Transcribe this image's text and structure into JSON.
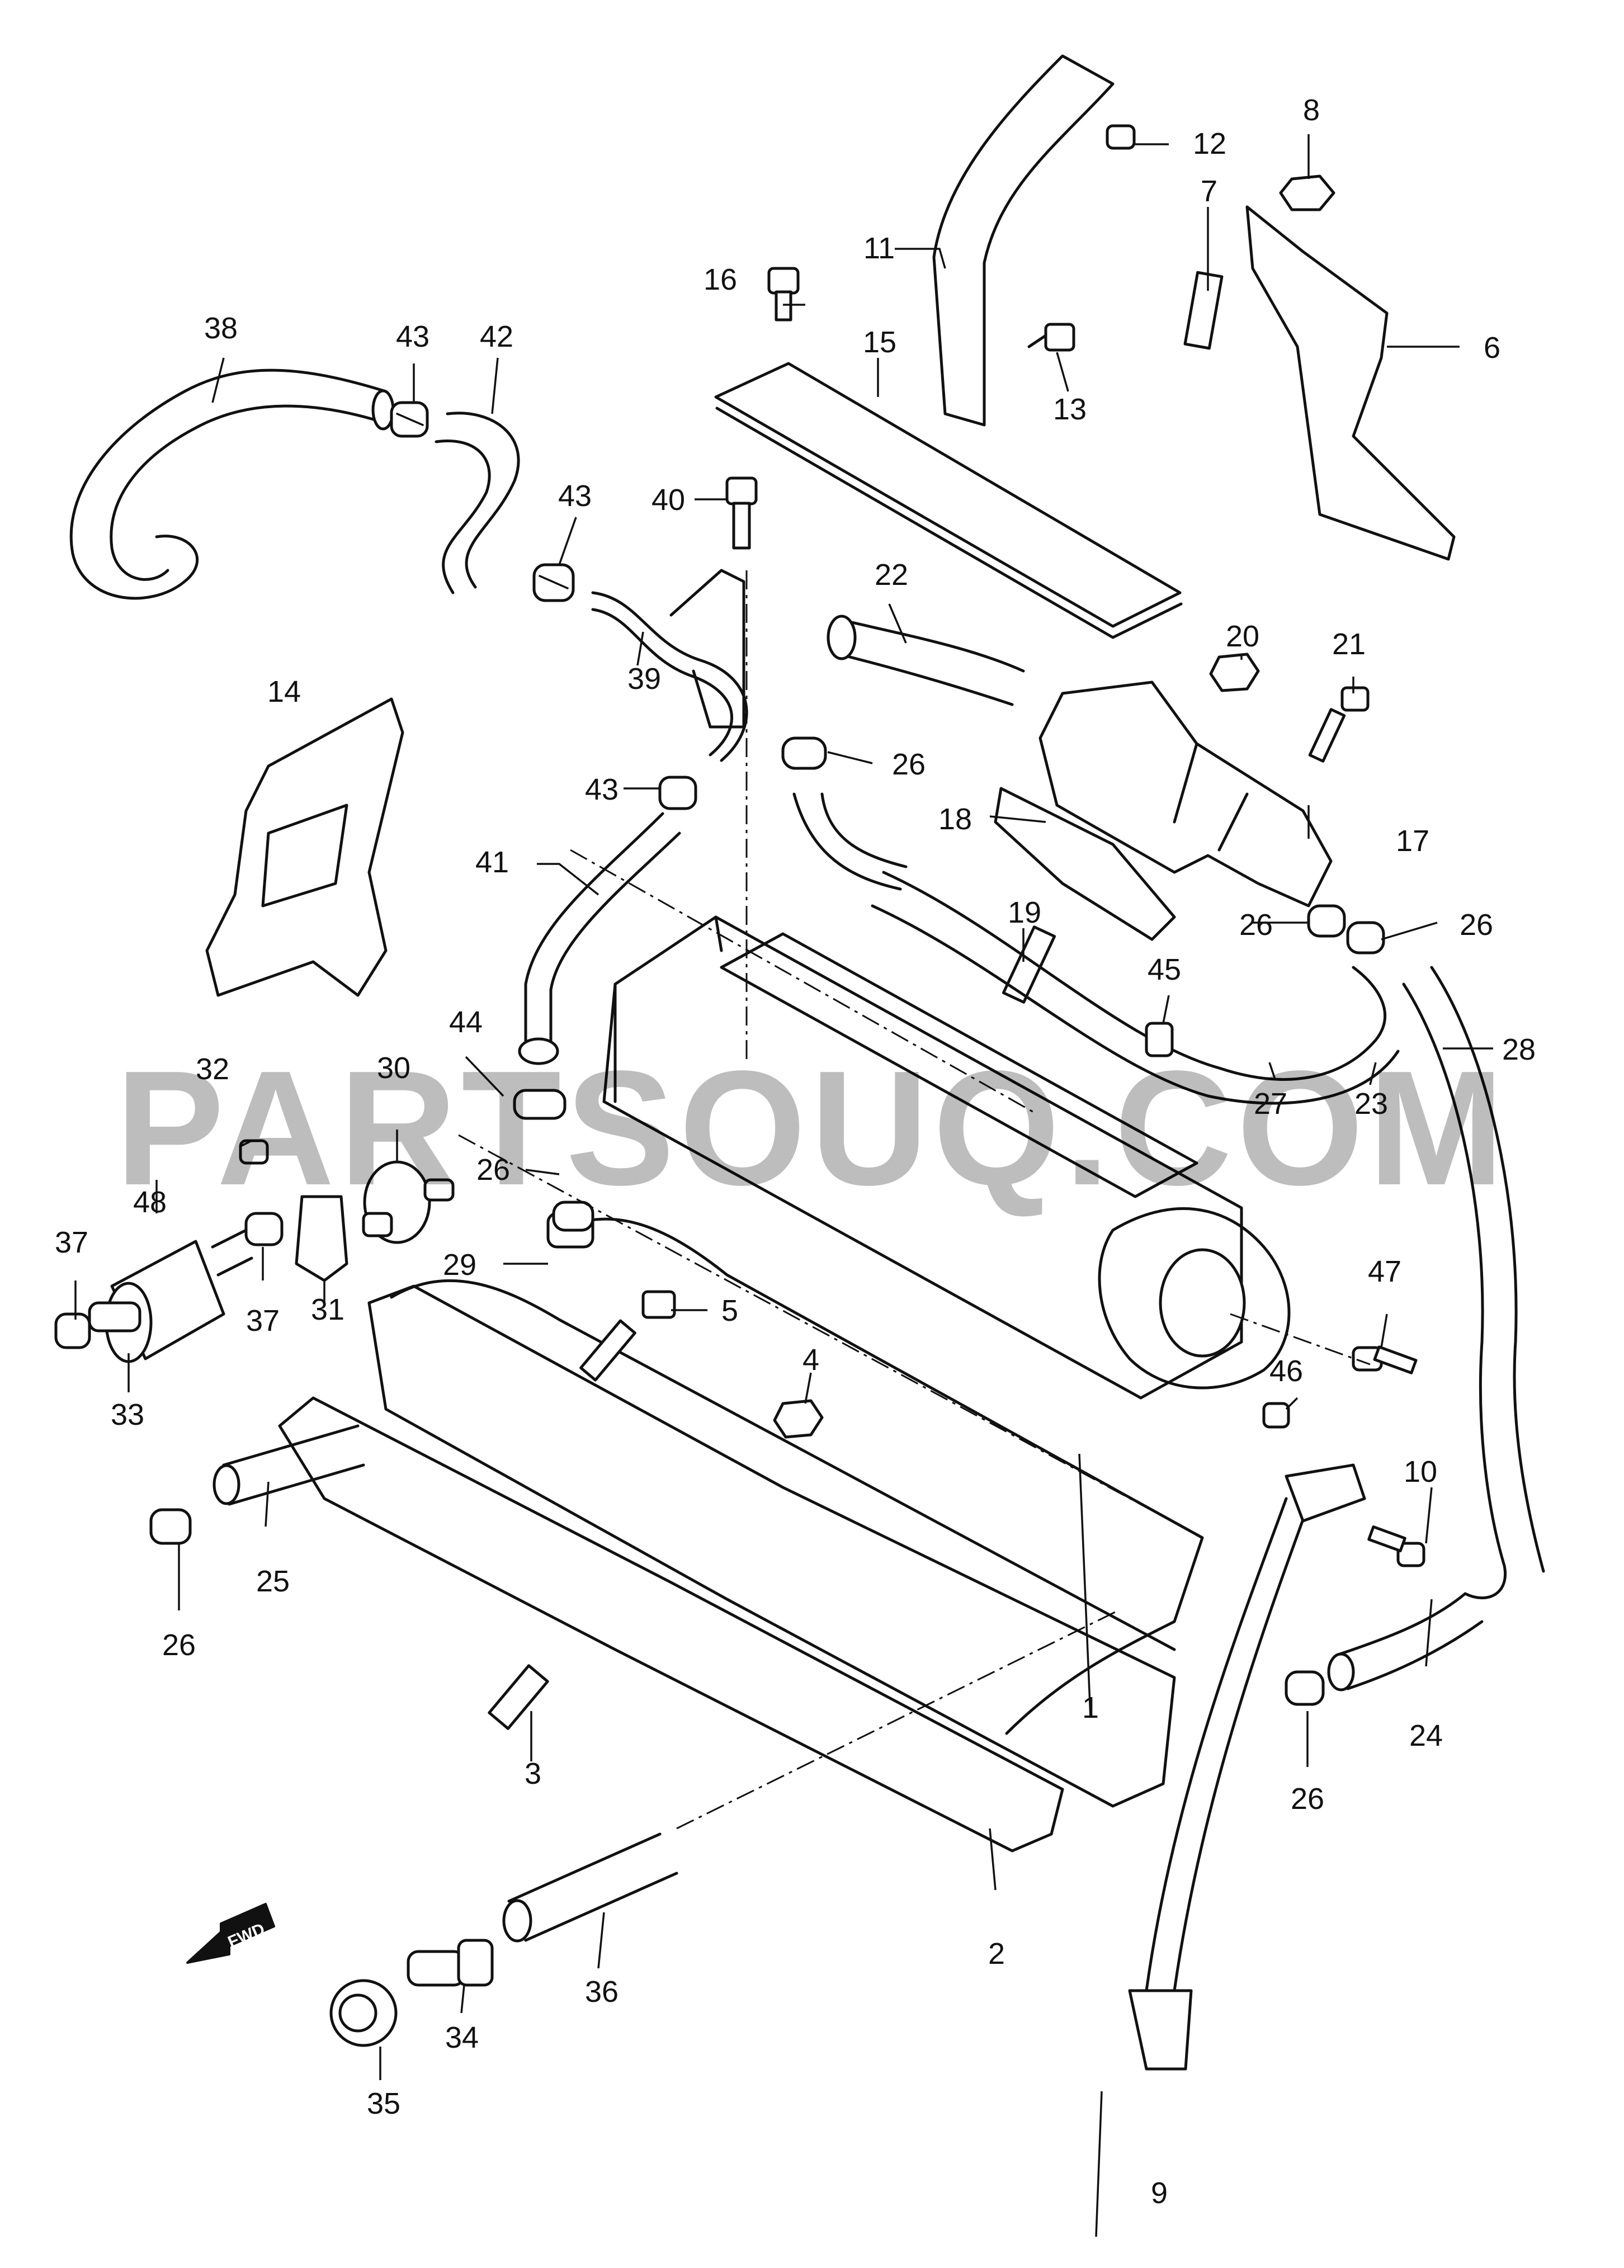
{
  "watermark": "PARTSOUQ.COM",
  "direction_badge": "FWD",
  "callouts": [
    "1",
    "2",
    "3",
    "4",
    "5",
    "6",
    "7",
    "8",
    "9",
    "10",
    "11",
    "12",
    "13",
    "14",
    "15",
    "16",
    "17",
    "18",
    "19",
    "20",
    "21",
    "22",
    "23",
    "24",
    "25",
    "26",
    "26",
    "26",
    "26",
    "26",
    "26",
    "27",
    "28",
    "29",
    "30",
    "31",
    "32",
    "33",
    "34",
    "35",
    "36",
    "37",
    "37",
    "38",
    "39",
    "40",
    "41",
    "42",
    "43",
    "43",
    "43",
    "44",
    "45",
    "46",
    "47",
    "48"
  ]
}
